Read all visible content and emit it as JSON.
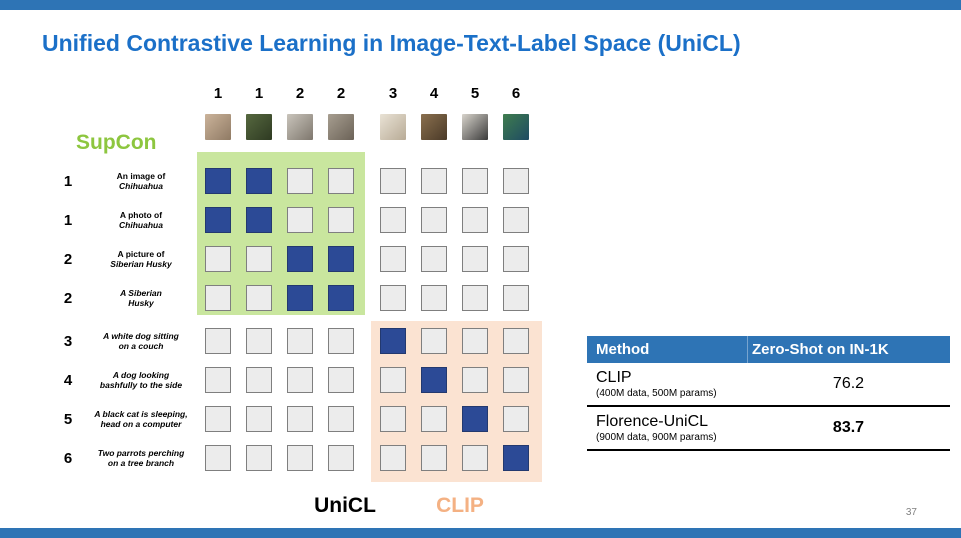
{
  "slide": {
    "title": "Unified Contrastive Learning in Image-Text-Label Space (UniCL)",
    "page_number": "37",
    "accent_bar_color": "#2E74B5",
    "title_color": "#1B70C8"
  },
  "matrix": {
    "supcon_label": "SupCon",
    "unicl_label": "UniCL",
    "clip_label": "CLIP",
    "supcon_region_color": "#C9E69E",
    "clip_region_color": "#FBE3D2",
    "supcon_label_color": "#8DC63F",
    "clip_label_color": "#F4B183",
    "filled_cell_color": "#2C4A96",
    "empty_cell_color": "#ECECEC",
    "column_labels": [
      "1",
      "1",
      "2",
      "2",
      "3",
      "4",
      "5",
      "6"
    ],
    "thumbnails": [
      {
        "name": "chihuahua-1",
        "c1": "#cbb39a",
        "c2": "#8f7a64"
      },
      {
        "name": "chihuahua-2",
        "c1": "#56683f",
        "c2": "#2e3a22"
      },
      {
        "name": "husky-1",
        "c1": "#c9c4bb",
        "c2": "#7e776d"
      },
      {
        "name": "husky-2",
        "c1": "#a79e90",
        "c2": "#6b6257"
      },
      {
        "name": "white-dog",
        "c1": "#e9e2d5",
        "c2": "#b8ab96"
      },
      {
        "name": "bashful-dog",
        "c1": "#8a6f4e",
        "c2": "#4a3a28"
      },
      {
        "name": "black-cat",
        "c1": "#d8d4cc",
        "c2": "#3a3a3a"
      },
      {
        "name": "parrots",
        "c1": "#3f7d4e",
        "c2": "#1e4a63"
      }
    ],
    "rows": [
      {
        "label": "1",
        "line1": "An image of",
        "line2": "Chihuahua",
        "italic1": false,
        "italic2": true,
        "filled": [
          0,
          1
        ]
      },
      {
        "label": "1",
        "line1": "A photo of",
        "line2": "Chihuahua",
        "italic1": false,
        "italic2": true,
        "filled": [
          0,
          1
        ]
      },
      {
        "label": "2",
        "line1": "A picture of",
        "line2": "Siberian Husky",
        "italic1": false,
        "italic2": true,
        "filled": [
          2,
          3
        ]
      },
      {
        "label": "2",
        "line1": "A Siberian",
        "line2": "Husky",
        "italic1": true,
        "italic2": true,
        "filled": [
          2,
          3
        ]
      },
      {
        "label": "3",
        "line1": "A white dog sitting",
        "line2": "on a couch",
        "italic1": true,
        "italic2": true,
        "filled": [
          4
        ]
      },
      {
        "label": "4",
        "line1": "A dog looking",
        "line2": "bashfully to the side",
        "italic1": true,
        "italic2": true,
        "filled": [
          5
        ]
      },
      {
        "label": "5",
        "line1": "A black cat is sleeping,",
        "line2": "head on a computer",
        "italic1": true,
        "italic2": true,
        "filled": [
          6
        ]
      },
      {
        "label": "6",
        "line1": "Two parrots perching",
        "line2": "on a tree branch",
        "italic1": true,
        "italic2": true,
        "filled": [
          7
        ]
      }
    ]
  },
  "table": {
    "header_bg": "#2E74B5",
    "headers": [
      "Method",
      "Zero-Shot on IN-1K"
    ],
    "rows": [
      {
        "method": "CLIP",
        "params": "(400M data, 500M params)",
        "value": "76.2",
        "bold_value": false
      },
      {
        "method": "Florence-UniCL",
        "params": "(900M data, 900M params)",
        "value": "83.7",
        "bold_value": true
      }
    ]
  }
}
